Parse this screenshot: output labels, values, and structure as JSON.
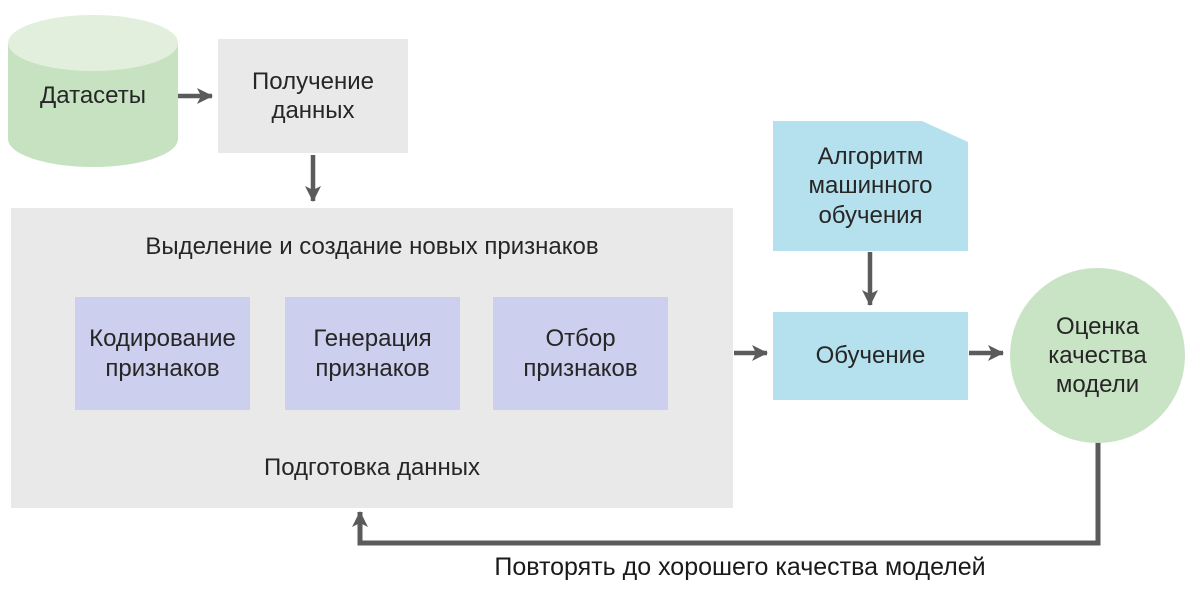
{
  "nodes": {
    "datasets": {
      "label": "Датасеты",
      "shape": "database-cylinder",
      "color": "#c6e2c0"
    },
    "data_acquisition": {
      "label": "Получение данных",
      "shape": "rectangle",
      "color": "#e9e9e9"
    },
    "feature_block": {
      "title": "Выделение и создание новых признаков",
      "items": [
        {
          "label": "Кодирование признаков"
        },
        {
          "label": "Генерация признаков"
        },
        {
          "label": "Отбор признаков"
        }
      ],
      "footer": "Подготовка данных",
      "shape": "rectangle",
      "color": "#e9e9e9",
      "item_color": "#cccfed"
    },
    "ml_algorithm": {
      "label": "Алгоритм машинного обучения",
      "shape": "card-clipped-corner",
      "color": "#b5e0ed"
    },
    "training": {
      "label": "Обучение",
      "shape": "rectangle",
      "color": "#b5e0ed"
    },
    "evaluation": {
      "label": "Оценка качества модели",
      "shape": "circle",
      "color": "#c8e4c4"
    }
  },
  "edges": [
    {
      "from": "datasets",
      "to": "data_acquisition"
    },
    {
      "from": "data_acquisition",
      "to": "feature_block"
    },
    {
      "from": "feature_block",
      "to": "training"
    },
    {
      "from": "ml_algorithm",
      "to": "training"
    },
    {
      "from": "training",
      "to": "evaluation"
    },
    {
      "from": "evaluation",
      "to": "feature_block",
      "type": "feedback-loop"
    }
  ],
  "caption": "Повторять до хорошего качества моделей",
  "colors": {
    "cylinder_green": "#c6e2c0",
    "cylinder_top": "#e2efdd",
    "node_gray": "#e9e9e9",
    "node_purple": "#cccfed",
    "node_blue": "#b5e0ed",
    "circle_green": "#c8e4c4",
    "arrow": "#5b5b5b",
    "text": "#262626"
  }
}
